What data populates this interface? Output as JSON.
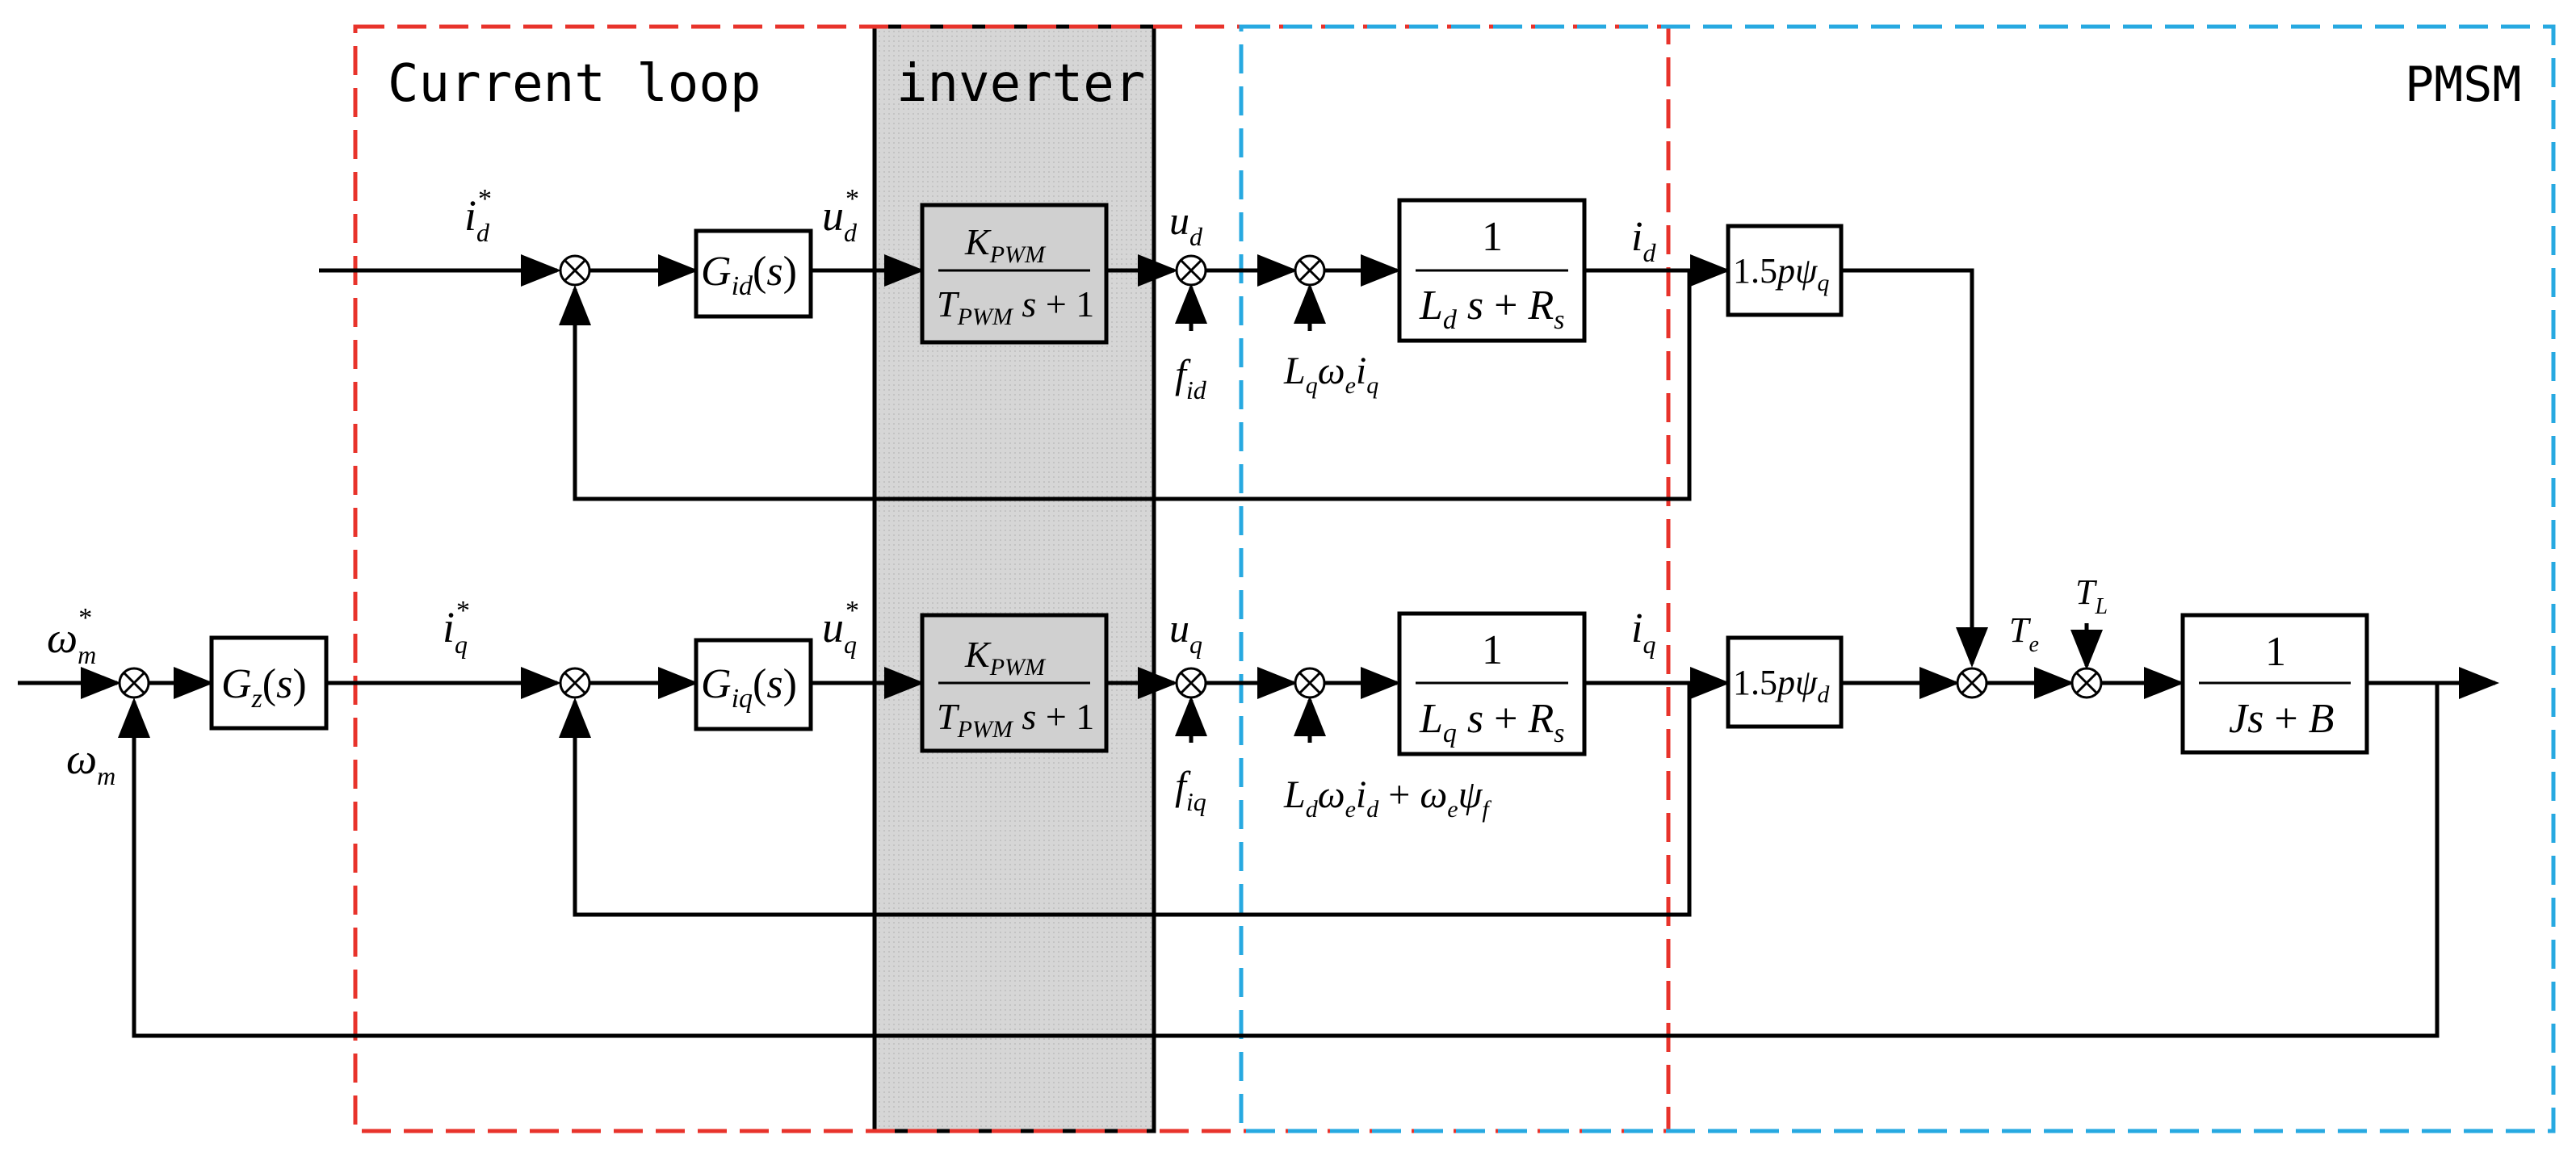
{
  "regions": {
    "current_loop": "Current loop",
    "inverter": "inverter",
    "pmsm": "PMSM"
  },
  "colors": {
    "current_loop_border": "#e8332b",
    "pmsm_border": "#27a9e1",
    "inverter_fill": "#d0d0d0",
    "line": "#000000"
  },
  "labels": {
    "id_ref": {
      "base": "i",
      "sub": "d",
      "sup": "*"
    },
    "iq_ref": {
      "base": "i",
      "sub": "q",
      "sup": "*"
    },
    "ud_ref": {
      "base": "u",
      "sub": "d",
      "sup": "*"
    },
    "uq_ref": {
      "base": "u",
      "sub": "q",
      "sup": "*"
    },
    "ud": {
      "base": "u",
      "sub": "d"
    },
    "uq": {
      "base": "u",
      "sub": "q"
    },
    "fid": {
      "base": "f",
      "sub": "id"
    },
    "fiq": {
      "base": "f",
      "sub": "iq"
    },
    "id": {
      "base": "i",
      "sub": "d"
    },
    "iq": {
      "base": "i",
      "sub": "q"
    },
    "wm_ref": {
      "base": "ω",
      "sub": "m",
      "sup": "*"
    },
    "wm": {
      "base": "ω",
      "sub": "m"
    },
    "Te": {
      "base": "T",
      "sub": "e"
    },
    "TL": {
      "base": "T",
      "sub": "L"
    }
  },
  "disturbances": {
    "d_axis": "L_q ω_e i_q",
    "q_axis": "L_d ω_e i_d + ω_e ψ_f"
  },
  "blocks": {
    "Gz": "G_z(s)",
    "Gid": "G_id(s)",
    "Giq": "G_iq(s)",
    "pwm_num": "K_PWM",
    "pwm_den": "T_PWM s + 1",
    "plant_d_num": "1",
    "plant_d_den": "L_d s + R_s",
    "plant_q_num": "1",
    "plant_q_den": "L_q s + R_s",
    "torque_d": "1.5pψ_q",
    "torque_q": "1.5pψ_d",
    "mech_num": "1",
    "mech_den": "Js + B"
  }
}
